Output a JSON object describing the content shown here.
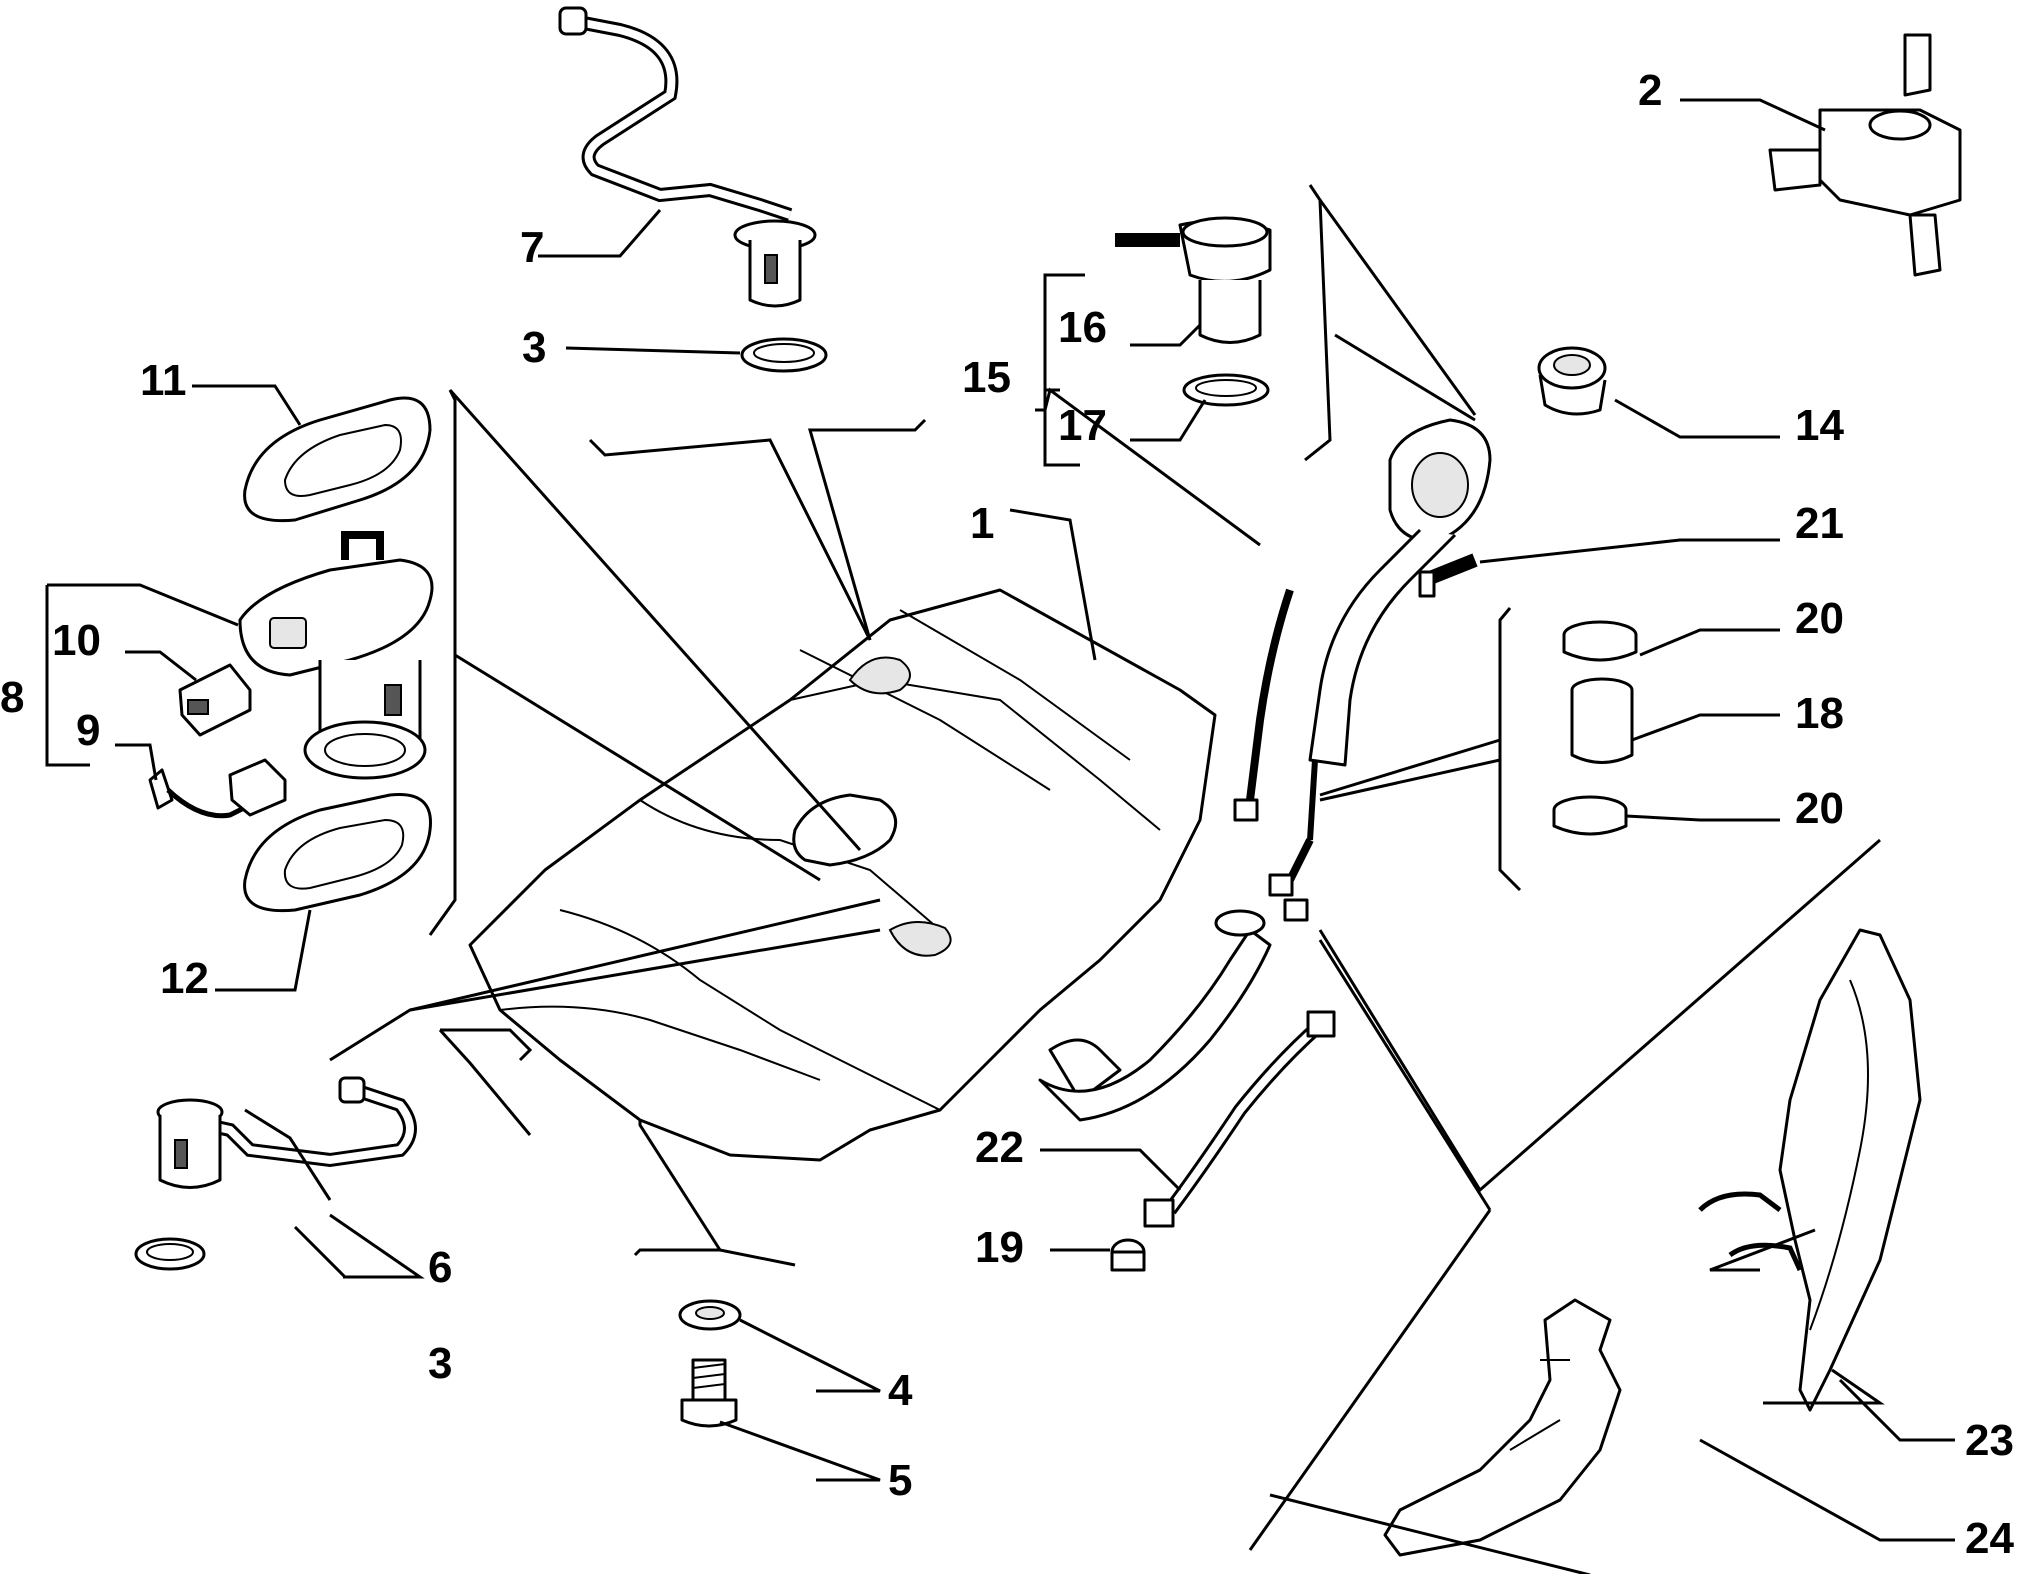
{
  "diagram": {
    "labels": {
      "l1": "1",
      "l2": "2",
      "l3a": "3",
      "l3b": "3",
      "l4": "4",
      "l5": "5",
      "l6": "6",
      "l7": "7",
      "l8": "8",
      "l9": "9",
      "l10": "10",
      "l11": "11",
      "l12": "12",
      "l14": "14",
      "l15": "15",
      "l16": "16",
      "l17": "17",
      "l18": "18",
      "l19": "19",
      "l20a": "20",
      "l20b": "20",
      "l21": "21",
      "l22": "22",
      "l23": "23",
      "l24": "24"
    }
  }
}
